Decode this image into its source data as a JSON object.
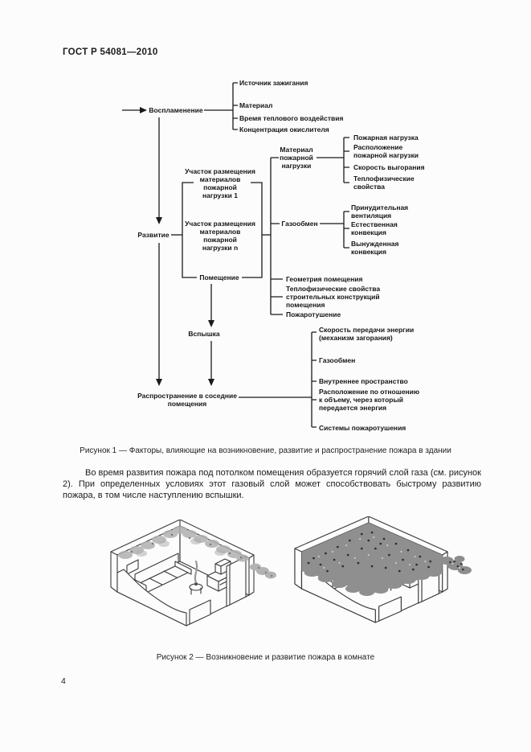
{
  "page": {
    "header": "ГОСТ Р 54081—2010",
    "page_number": "4"
  },
  "colors": {
    "ink": "#1a1a1a",
    "paper": "#fcfcfc",
    "smoke_light": "#b0b0b0",
    "smoke_dark": "#8f8f8f"
  },
  "figure1": {
    "caption": "Рисунок 1 — Факторы, влияющие на возникновение, развитие и распространение пожара в здании",
    "nodes": {
      "ignition": "Воспламенение",
      "development": "Развитие",
      "area1": "Участок размещения\nматериалов\nпожарной\nнагрузки 1",
      "arean": "Участок размещения\nматериалов\nпожарной\nнагрузки n",
      "room": "Помещение",
      "fuel_material": "Материал\nпожарной\nнагрузки",
      "gas_exchange": "Газообмен",
      "flashover": "Вспышка",
      "spread": "Распространение в соседние\nпомещения"
    },
    "ignition_factors": [
      "Источник зажигания",
      "Материал",
      "Время теплового воздействия",
      "Концентрация окислителя"
    ],
    "fuel_factors": [
      "Пожарная нагрузка",
      "Расположение\nпожарной нагрузки",
      "Скорость выгорания",
      "Теплофизические\nсвойства"
    ],
    "gas_factors": [
      "Принудительная\nвентиляция",
      "Естественная\nконвекция",
      "Вынужденная\nконвекция"
    ],
    "room_factors": [
      "Геометрия помещения",
      "Теплофизические свойства\nстроительных конструкций\nпомещения",
      "Пожаротушение"
    ],
    "spread_factors": [
      "Скорость передачи энергии\n(механизм загорания)",
      "Газообмен",
      "Внутреннее пространство",
      "Расположение по отношению\nк объему, через который\nпередается энергия",
      "Системы пожаротушения"
    ]
  },
  "body_text": "Во время развития пожара под потолком помещения образуется горячий слой газа (см. рисунок 2). При определенных условиях этот газовый слой может способствовать быстрому развитию пожара, в том числе наступлению вспышки.",
  "figure2": {
    "caption": "Рисунок 2 — Возникновение и развитие пожара в комнате"
  }
}
